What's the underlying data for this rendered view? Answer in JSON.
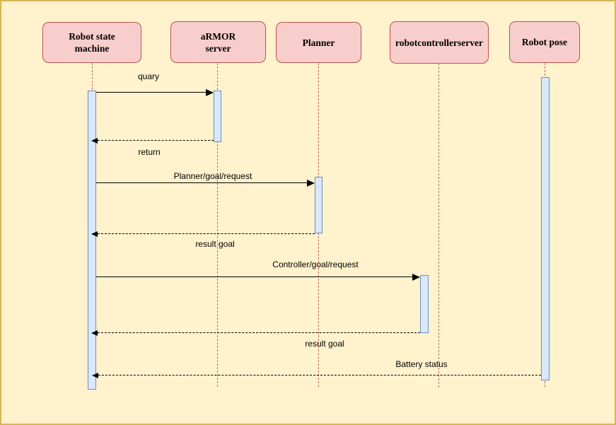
{
  "diagram": {
    "kind": "uml-sequence-diagram",
    "actors": [
      {
        "label": "Robot state\nmachine"
      },
      {
        "label": "aRMOR\nserver"
      },
      {
        "label": "Planner"
      },
      {
        "label": "robotcontrollerserver"
      },
      {
        "label": "Robot pose"
      }
    ],
    "messages": [
      {
        "label": "quary",
        "style": "solid",
        "from": "Robot state machine",
        "to": "aRMOR server"
      },
      {
        "label": "return",
        "style": "dashed",
        "from": "aRMOR server",
        "to": "Robot state machine"
      },
      {
        "label": "Planner/goal/request",
        "style": "solid",
        "from": "Robot state machine",
        "to": "Planner"
      },
      {
        "label": "result goal",
        "style": "dashed",
        "from": "Planner",
        "to": "Robot state machine"
      },
      {
        "label": "Controller/goal/request",
        "style": "solid",
        "from": "Robot state machine",
        "to": "robotcontrollerserver"
      },
      {
        "label": "result goal",
        "style": "dashed",
        "from": "robotcontrollerserver",
        "to": "Robot state machine"
      },
      {
        "label": "Battery status",
        "style": "dashed",
        "from": "Robot pose",
        "to": "Robot state machine"
      }
    ],
    "colors": {
      "background": "#FFF2CC",
      "frame_border": "#D6B656",
      "actor_fill": "#F8CECC",
      "actor_border": "#B85450",
      "lifeline": "#C0685F",
      "activation_fill": "#DAE8FC",
      "activation_border": "#6C8EBF",
      "message_line": "#000000"
    }
  }
}
